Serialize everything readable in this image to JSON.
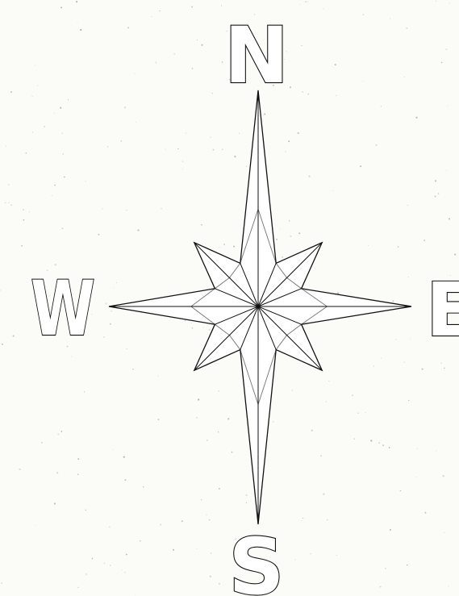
{
  "diagram": {
    "directions": {
      "north": "N",
      "south": "S",
      "west": "W",
      "east": "E"
    },
    "colors": {
      "ink": "#111111",
      "paper": "#fbfbf8",
      "fill": "#ffffff"
    }
  }
}
